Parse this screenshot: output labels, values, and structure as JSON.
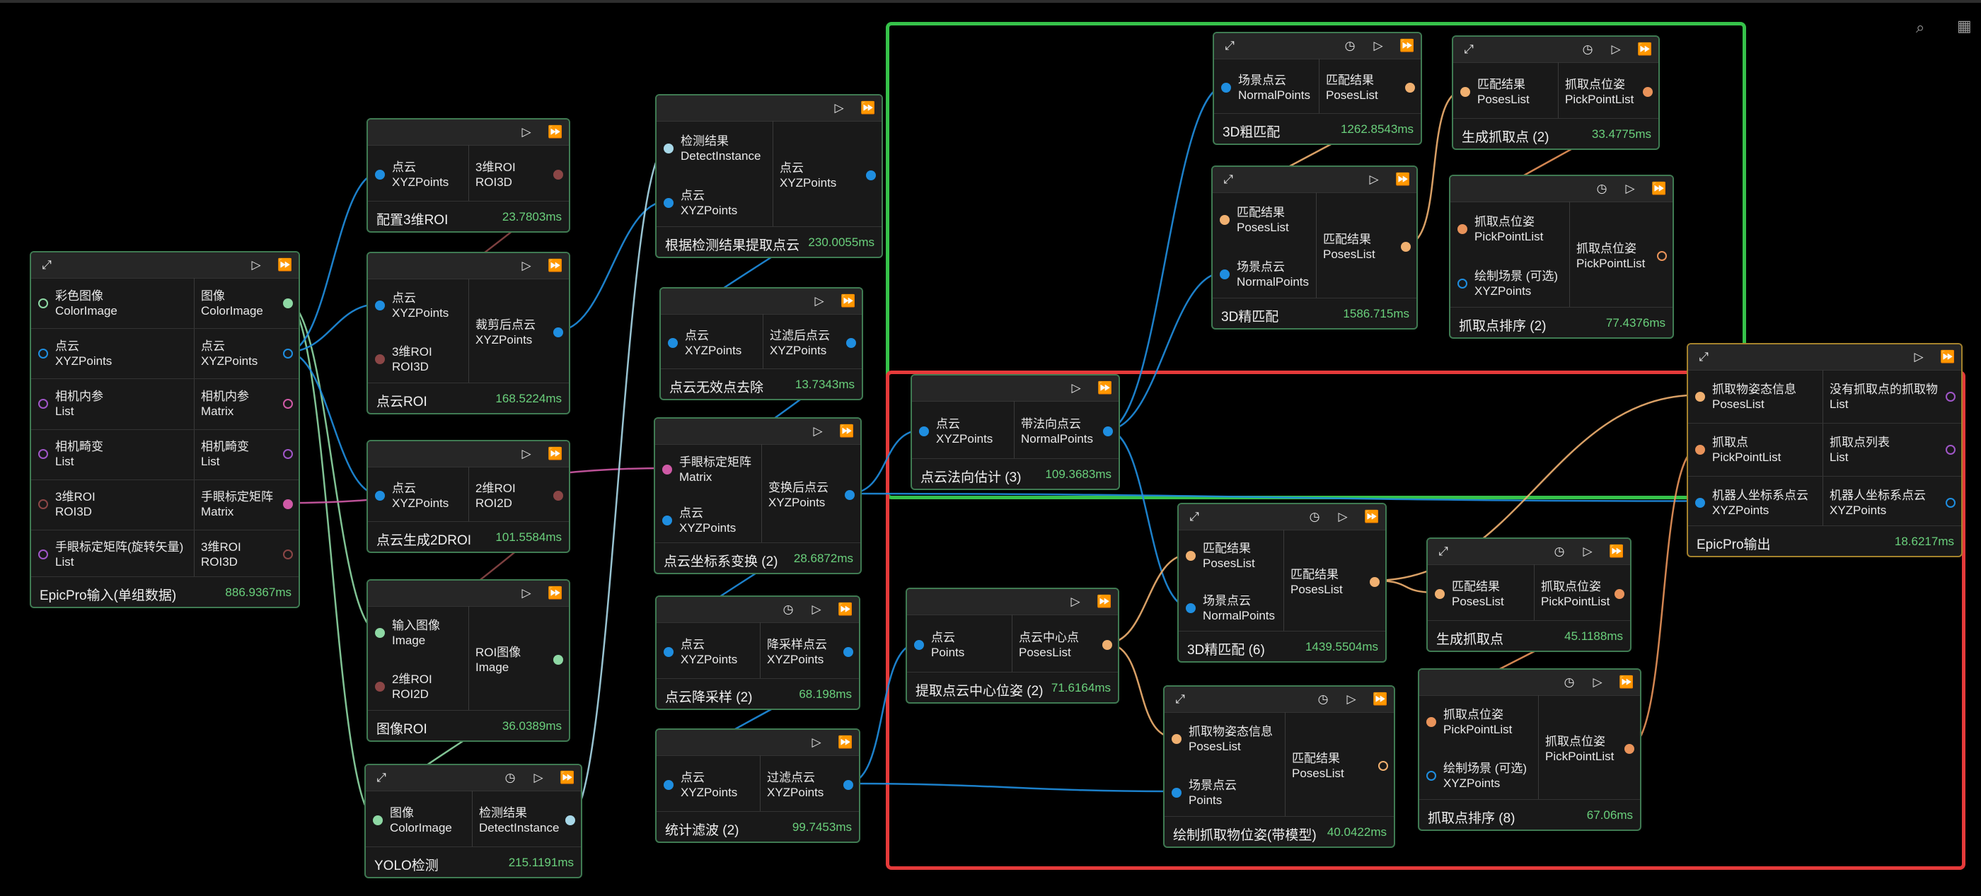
{
  "canvas_tools": {
    "search_icon": "⌕",
    "grid_icon": "▦"
  },
  "colors": {
    "green_group": "#36c24a",
    "red_group": "#e53a3a",
    "node_border": "#3f7a52",
    "output_border": "#a4822c",
    "time_text": "#6ad07c",
    "wire_blue": "#1f8ee0",
    "wire_orange": "#f0b070",
    "wire_green": "#8ed8a4",
    "wire_magenta": "#cf5aa6",
    "wire_teal": "#7ad0d0"
  },
  "nodes": {
    "epic_input": {
      "title": "EpicPro输入(单组数据)",
      "time": "886.9367ms",
      "rows": [
        {
          "in_label": "彩色图像",
          "in_type": "ColorImage",
          "out_label": "图像",
          "out_type": "ColorImage"
        },
        {
          "in_label": "点云",
          "in_type": "XYZPoints",
          "out_label": "点云",
          "out_type": "XYZPoints"
        },
        {
          "in_label": "相机内参",
          "in_type": "List",
          "out_label": "相机内参",
          "out_type": "Matrix"
        },
        {
          "in_label": "相机畸变",
          "in_type": "List",
          "out_label": "相机畸变",
          "out_type": "List"
        },
        {
          "in_label": "3维ROI",
          "in_type": "ROI3D",
          "out_label": "手眼标定矩阵",
          "out_type": "Matrix"
        },
        {
          "in_label": "手眼标定矩阵(旋转矢量)",
          "in_type": "List",
          "out_label": "3维ROI",
          "out_type": "ROI3D"
        }
      ]
    },
    "config_roi3d": {
      "title": "配置3维ROI",
      "time": "23.7803ms",
      "inputs": [
        {
          "label": "点云",
          "type": "XYZPoints"
        }
      ],
      "outputs": [
        {
          "label": "3维ROI",
          "type": "ROI3D"
        }
      ]
    },
    "pc_roi": {
      "title": "点云ROI",
      "time": "168.5224ms",
      "inputs": [
        {
          "label": "点云",
          "type": "XYZPoints"
        },
        {
          "label": "3维ROI",
          "type": "ROI3D"
        }
      ],
      "outputs": [
        {
          "label": "裁剪后点云",
          "type": "XYZPoints"
        }
      ]
    },
    "pc_2droi": {
      "title": "点云生成2DROI",
      "time": "101.5584ms",
      "inputs": [
        {
          "label": "点云",
          "type": "XYZPoints"
        }
      ],
      "outputs": [
        {
          "label": "2维ROI",
          "type": "ROI2D"
        }
      ]
    },
    "image_roi": {
      "title": "图像ROI",
      "time": "36.0389ms",
      "inputs": [
        {
          "label": "输入图像",
          "type": "Image"
        },
        {
          "label": "2维ROI",
          "type": "ROI2D"
        }
      ],
      "outputs": [
        {
          "label": "ROI图像",
          "type": "Image"
        }
      ]
    },
    "yolo": {
      "title": "YOLO检测",
      "time": "215.1191ms",
      "inputs": [
        {
          "label": "图像",
          "type": "ColorImage"
        }
      ],
      "outputs": [
        {
          "label": "检测结果",
          "type": "DetectInstance"
        }
      ]
    },
    "extract_pc": {
      "title": "根据检测结果提取点云",
      "time": "230.0055ms",
      "inputs": [
        {
          "label": "检测结果",
          "type": "DetectInstance"
        },
        {
          "label": "点云",
          "type": "XYZPoints"
        }
      ],
      "outputs": [
        {
          "label": "点云",
          "type": "XYZPoints"
        }
      ]
    },
    "remove_invalid": {
      "title": "点云无效点去除",
      "time": "13.7343ms",
      "inputs": [
        {
          "label": "点云",
          "type": "XYZPoints"
        }
      ],
      "outputs": [
        {
          "label": "过滤后点云",
          "type": "XYZPoints"
        }
      ]
    },
    "coord_transform": {
      "title": "点云坐标系变换 (2)",
      "time": "28.6872ms",
      "inputs": [
        {
          "label": "手眼标定矩阵",
          "type": "Matrix"
        },
        {
          "label": "点云",
          "type": "XYZPoints"
        }
      ],
      "outputs": [
        {
          "label": "变换后点云",
          "type": "XYZPoints"
        }
      ]
    },
    "downsample": {
      "title": "点云降采样 (2)",
      "time": "68.198ms",
      "inputs": [
        {
          "label": "点云",
          "type": "XYZPoints"
        }
      ],
      "outputs": [
        {
          "label": "降采样点云",
          "type": "XYZPoints"
        }
      ]
    },
    "stat_filter": {
      "title": "统计滤波 (2)",
      "time": "99.7453ms",
      "inputs": [
        {
          "label": "点云",
          "type": "XYZPoints"
        }
      ],
      "outputs": [
        {
          "label": "过滤点云",
          "type": "XYZPoints"
        }
      ]
    },
    "normal_est": {
      "title": "点云法向估计 (3)",
      "time": "109.3683ms",
      "inputs": [
        {
          "label": "点云",
          "type": "XYZPoints"
        }
      ],
      "outputs": [
        {
          "label": "带法向点云",
          "type": "NormalPoints"
        }
      ]
    },
    "center_pose": {
      "title": "提取点云中心位姿 (2)",
      "time": "71.6164ms",
      "inputs": [
        {
          "label": "点云",
          "type": "Points"
        }
      ],
      "outputs": [
        {
          "label": "点云中心点",
          "type": "PosesList"
        }
      ]
    },
    "coarse_match": {
      "title": "3D粗匹配",
      "time": "1262.8543ms",
      "inputs": [
        {
          "label": "场景点云",
          "type": "NormalPoints"
        }
      ],
      "outputs": [
        {
          "label": "匹配结果",
          "type": "PosesList"
        }
      ]
    },
    "fine_match_a": {
      "title": "3D精匹配",
      "time": "1586.715ms",
      "inputs": [
        {
          "label": "匹配结果",
          "type": "PosesList"
        },
        {
          "label": "场景点云",
          "type": "NormalPoints"
        }
      ],
      "outputs": [
        {
          "label": "匹配结果",
          "type": "PosesList"
        }
      ]
    },
    "gen_pick_a": {
      "title": "生成抓取点 (2)",
      "time": "33.4775ms",
      "inputs": [
        {
          "label": "匹配结果",
          "type": "PosesList"
        }
      ],
      "outputs": [
        {
          "label": "抓取点位姿",
          "type": "PickPointList"
        }
      ]
    },
    "sort_pick_a": {
      "title": "抓取点排序 (2)",
      "time": "77.4376ms",
      "inputs": [
        {
          "label": "抓取点位姿",
          "type": "PickPointList"
        },
        {
          "label": "绘制场景 (可选)",
          "type": "XYZPoints"
        }
      ],
      "outputs": [
        {
          "label": "抓取点位姿",
          "type": "PickPointList"
        }
      ]
    },
    "fine_match_b": {
      "title": "3D精匹配 (6)",
      "time": "1439.5504ms",
      "inputs": [
        {
          "label": "匹配结果",
          "type": "PosesList"
        },
        {
          "label": "场景点云",
          "type": "NormalPoints"
        }
      ],
      "outputs": [
        {
          "label": "匹配结果",
          "type": "PosesList"
        }
      ]
    },
    "gen_pick_b": {
      "title": "生成抓取点",
      "time": "45.1188ms",
      "inputs": [
        {
          "label": "匹配结果",
          "type": "PosesList"
        }
      ],
      "outputs": [
        {
          "label": "抓取点位姿",
          "type": "PickPointList"
        }
      ]
    },
    "draw_pose": {
      "title": "绘制抓取物位姿(带模型)",
      "time": "40.0422ms",
      "inputs": [
        {
          "label": "抓取物姿态信息",
          "type": "PosesList"
        },
        {
          "label": "场景点云",
          "type": "Points"
        }
      ],
      "outputs": [
        {
          "label": "匹配结果",
          "type": "PosesList"
        }
      ]
    },
    "sort_pick_b": {
      "title": "抓取点排序 (8)",
      "time": "67.06ms",
      "inputs": [
        {
          "label": "抓取点位姿",
          "type": "PickPointList"
        },
        {
          "label": "绘制场景 (可选)",
          "type": "XYZPoints"
        }
      ],
      "outputs": [
        {
          "label": "抓取点位姿",
          "type": "PickPointList"
        }
      ]
    },
    "epic_output": {
      "title": "EpicPro输出",
      "time": "18.6217ms",
      "rows": [
        {
          "in_label": "抓取物姿态信息",
          "in_type": "PosesList",
          "out_label": "没有抓取点的抓取物",
          "out_type": "List"
        },
        {
          "in_label": "抓取点",
          "in_type": "PickPointList",
          "out_label": "抓取点列表",
          "out_type": "List"
        },
        {
          "in_label": "机器人坐标系点云",
          "in_type": "XYZPoints",
          "out_label": "机器人坐标系点云",
          "out_type": "XYZPoints"
        }
      ]
    }
  }
}
